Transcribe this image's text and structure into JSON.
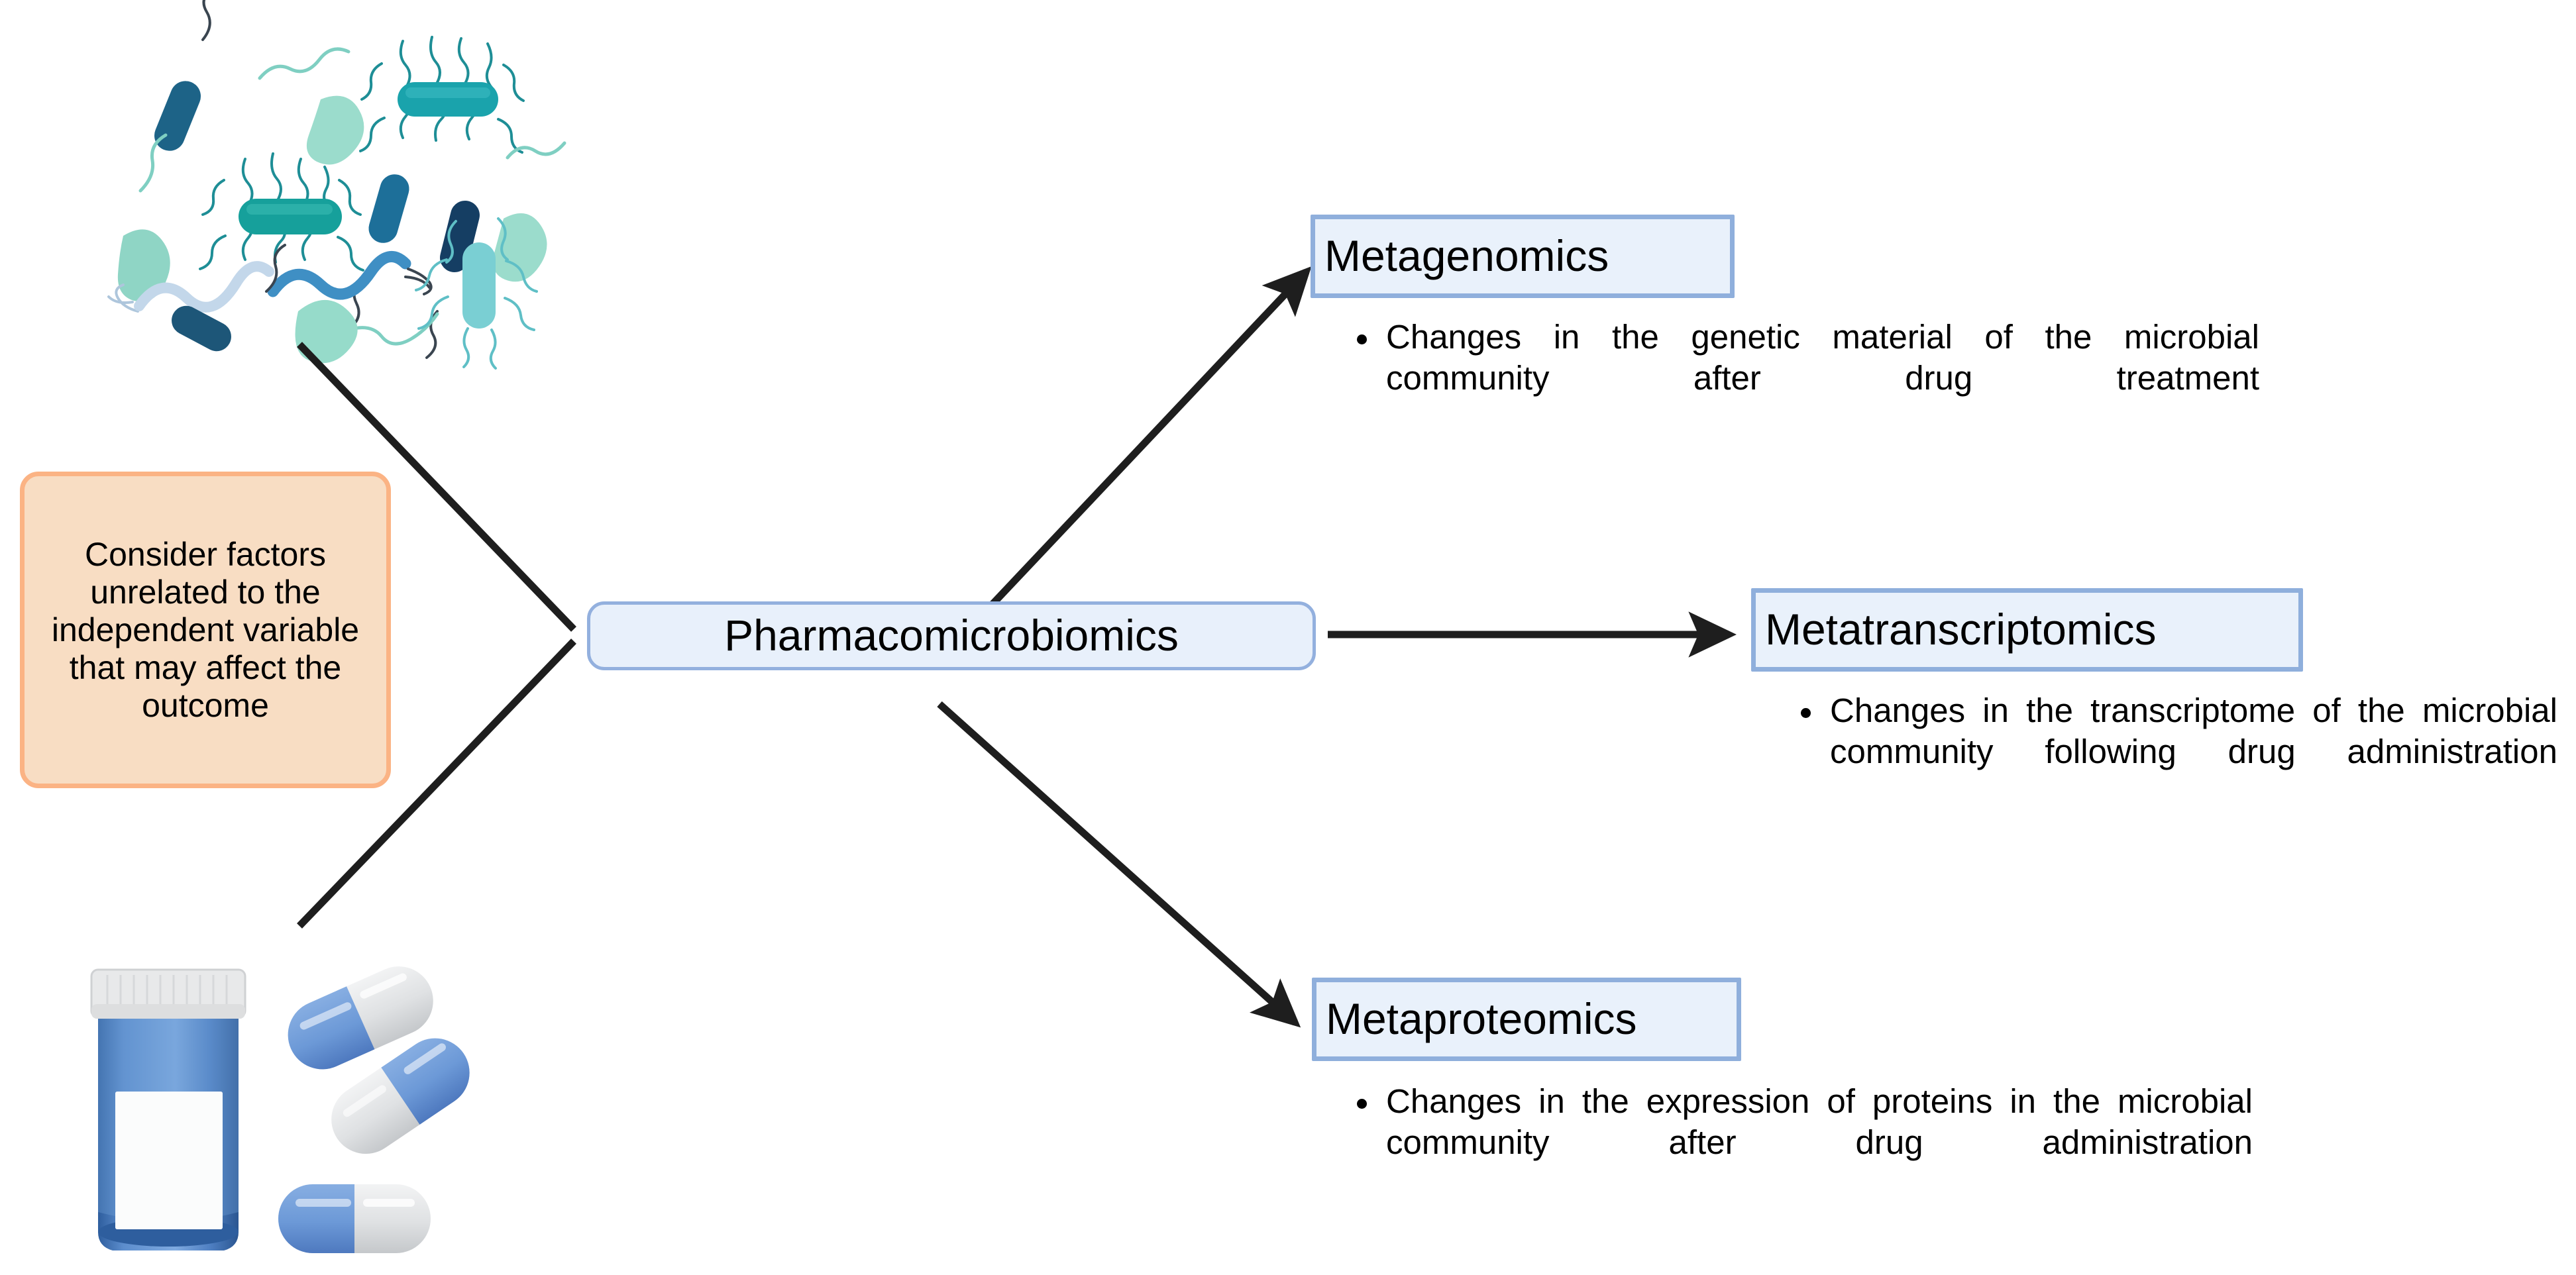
{
  "diagram": {
    "title": "Pharmacomicrobiomics branches",
    "colors": {
      "node_fill": "#E9F1FB",
      "node_border": "#8FAFDC",
      "note_fill": "#F8DDC3",
      "note_border": "#FBB384",
      "arrow": "#1E1E1E",
      "bacteria_dark_blue": "#1A6F92",
      "bacteria_navy": "#1B4F72",
      "bacteria_teal": "#19A6AE",
      "bacteria_light_teal": "#8FD8C8",
      "bacteria_pale": "#C9DCEC",
      "pill_blue": "#6D9BD8",
      "pill_grey": "#D9DCE0",
      "bottle_blue": "#4A7FC1"
    }
  },
  "center_node": {
    "label": "Pharmacomicrobiomics"
  },
  "note_box": {
    "text": "Consider factors unrelated to the independent variable that may affect the outcome"
  },
  "branches": [
    {
      "id": "metagenomics",
      "label": "Metagenomics",
      "bullets": [
        "Changes in the genetic material of the microbial community after drug treatment"
      ]
    },
    {
      "id": "metatranscriptomics",
      "label": "Metatranscriptomics",
      "bullets": [
        "Changes in the transcriptome of the microbial community following drug administration"
      ]
    },
    {
      "id": "metaproteomics",
      "label": "Metaproteomics",
      "bullets": [
        "Changes in the expression of proteins in the microbial community after drug administration"
      ]
    }
  ],
  "illustrations": {
    "microbes": "bacteria-community-illustration",
    "drugs": "pill-bottle-and-capsules-illustration"
  }
}
